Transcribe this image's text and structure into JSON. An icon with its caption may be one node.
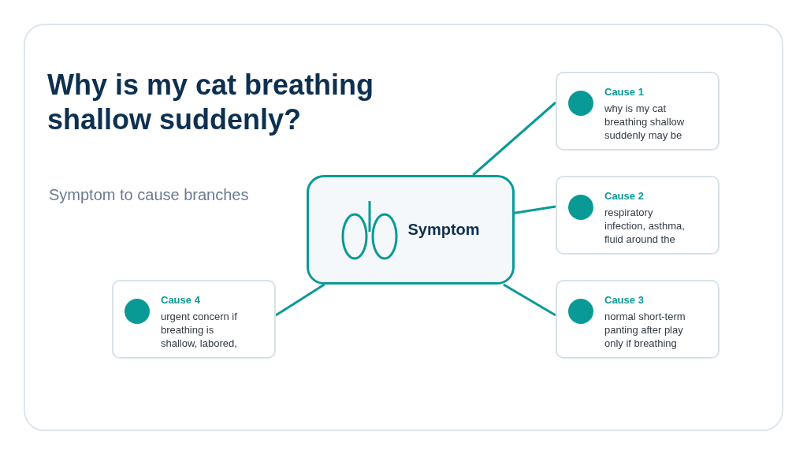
{
  "diagram": {
    "title": "Why is my cat breathing shallow suddenly?",
    "nodes": [
      {
        "text": [
          "Symptom"
        ]
      },
      {
        "text": [
          "Cause 1",
          "why is my cat breathing shallow suddenly may be"
        ]
      },
      {
        "text": [
          "Cause 2",
          "respiratory infection, asthma, fluid around the"
        ]
      },
      {
        "text": [
          "Cause 3",
          "normal short-term panting after play only if breathing"
        ]
      },
      {
        "text": [
          "Cause 4",
          "urgent concern if breathing is shallow, labored,"
        ]
      }
    ],
    "edges": [
      {
        "from": 0,
        "to": 1,
        "arrow": "none"
      },
      {
        "from": 0,
        "to": 2,
        "arrow": "none"
      },
      {
        "from": 0,
        "to": 3,
        "arrow": "none"
      },
      {
        "from": 0,
        "to": 4,
        "arrow": "none"
      }
    ],
    "labels": [
      "Symptom to cause branches"
    ]
  }
}
